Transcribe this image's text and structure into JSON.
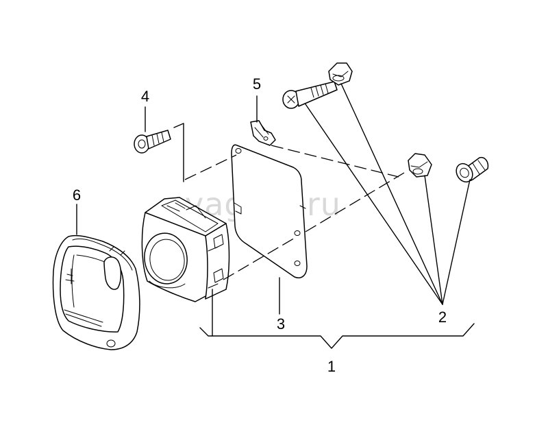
{
  "watermark": "vagtec.ru",
  "labels": {
    "l1": "1",
    "l2": "2",
    "l3": "3",
    "l4": "4",
    "l5": "5",
    "l6": "6"
  },
  "colors": {
    "line": "#000000",
    "background": "#ffffff",
    "watermark": "#d9d9d9"
  }
}
